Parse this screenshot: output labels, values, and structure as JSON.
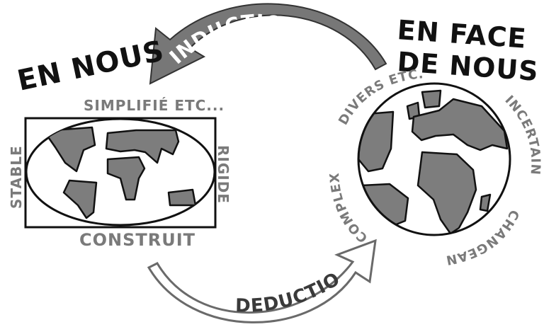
{
  "left_group": {
    "title": "EN NOUS",
    "top_label": "SIMPLIFIÉ ETC...",
    "left_label": "STABLE",
    "right_label": "RIGIDE",
    "bottom_label": "CONSTRUIT"
  },
  "right_group": {
    "title_line1": "EN FACE",
    "title_line2": "DE NOUS",
    "label_diverse": "DIVERS ETC...",
    "label_uncertain": "INCERTAIN",
    "label_changing": "CHANGEANT",
    "label_complex": "COMPLEXE"
  },
  "arrows": {
    "top_label": "INDUCTION",
    "bottom_label": "DEDUCTION"
  },
  "colors": {
    "land": "#7d7d7d",
    "outline": "#111111",
    "arrow_top": "#777777",
    "arrow_bottom_outline": "#6a6a6a",
    "label_grey": "#7a7a7a"
  }
}
